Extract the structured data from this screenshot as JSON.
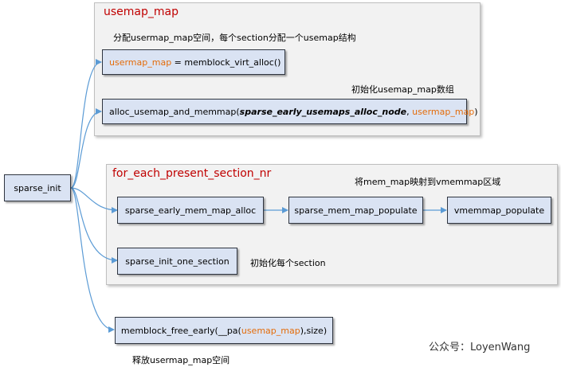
{
  "usemap_panel": {
    "title": "usemap_map",
    "note_alloc": "分配usermap_map空间，每个section分配一个usemap结构",
    "alloc_box": {
      "var": "usermap_map",
      "rest": " = memblock_virt_alloc()"
    },
    "note_init": "初始化usemap_map数组",
    "init_box": {
      "func": "alloc_usemap_and_memmap(",
      "arg1": "sparse_early_usemaps_alloc_node",
      "sep": ", ",
      "arg2": "usermap_map",
      "close": ")"
    }
  },
  "root": {
    "label": "sparse_init"
  },
  "section_panel": {
    "title": "for_each_present_section_nr",
    "note_map": "将mem_map映射到vmemmap区域",
    "box_alloc": "sparse_early_mem_map_alloc",
    "box_populate": "sparse_mem_map_populate",
    "box_vmemmap": "vmemmap_populate",
    "box_init_one": "sparse_init_one_section",
    "note_init_each": "初始化每个section"
  },
  "free_box": {
    "prefix": "memblock_free_early(__pa(",
    "var": "usemap_map",
    "suffix": "),size)"
  },
  "note_free": "释放usermap_map空间",
  "watermark": "公众号：LoyenWang",
  "colors": {
    "accent": "#c00000",
    "var": "#e46c0a",
    "connector": "#5b9bd5",
    "box_fill": "#dae3f3"
  }
}
